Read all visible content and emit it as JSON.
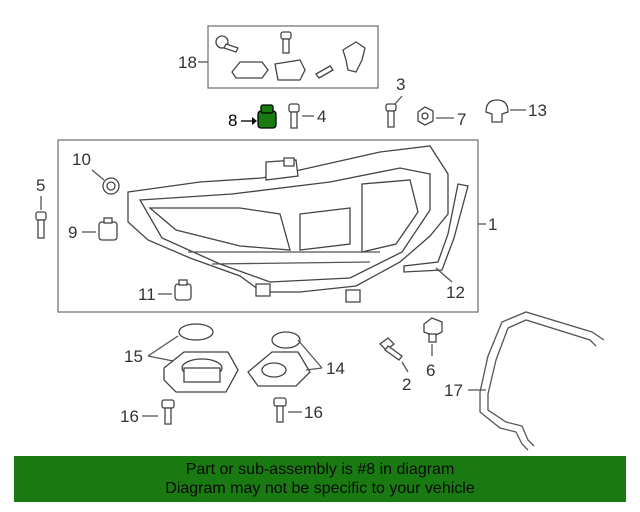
{
  "callouts": {
    "c1": "1",
    "c2": "2",
    "c3": "3",
    "c4": "4",
    "c5": "5",
    "c6": "6",
    "c7": "7",
    "c8": "8",
    "c9": "9",
    "c10": "10",
    "c11": "11",
    "c12": "12",
    "c13": "13",
    "c14": "14",
    "c15": "15",
    "c16a": "16",
    "c16b": "16",
    "c17": "17",
    "c18": "18"
  },
  "highlight": {
    "callout": "8",
    "color": "#1a7a12"
  },
  "banner": {
    "line1": "Part or sub-assembly is #8 in diagram",
    "line2": "Diagram may not be specific to your vehicle",
    "background": "#1a7a12"
  }
}
